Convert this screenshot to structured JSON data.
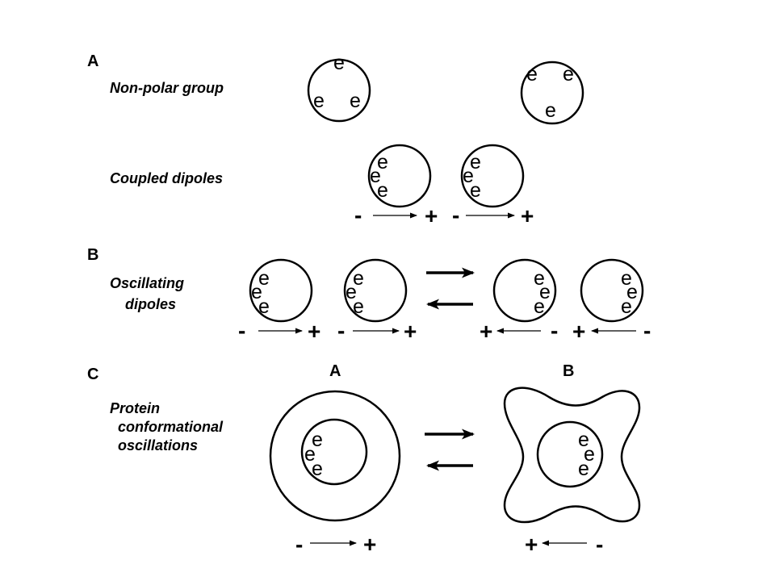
{
  "panels": {
    "a": {
      "letter": "A",
      "row1_label": "Non-polar group",
      "row2_label": "Coupled dipoles"
    },
    "b": {
      "letter": "B",
      "label_line1": "Oscillating",
      "label_line2": "dipoles"
    },
    "c": {
      "letter": "C",
      "label_line1": "Protein",
      "label_line2": "conformational",
      "label_line3": "oscillations",
      "state_a": "A",
      "state_b": "B"
    }
  },
  "glyphs": {
    "electron": "e",
    "plus": "+",
    "minus": "-"
  }
}
